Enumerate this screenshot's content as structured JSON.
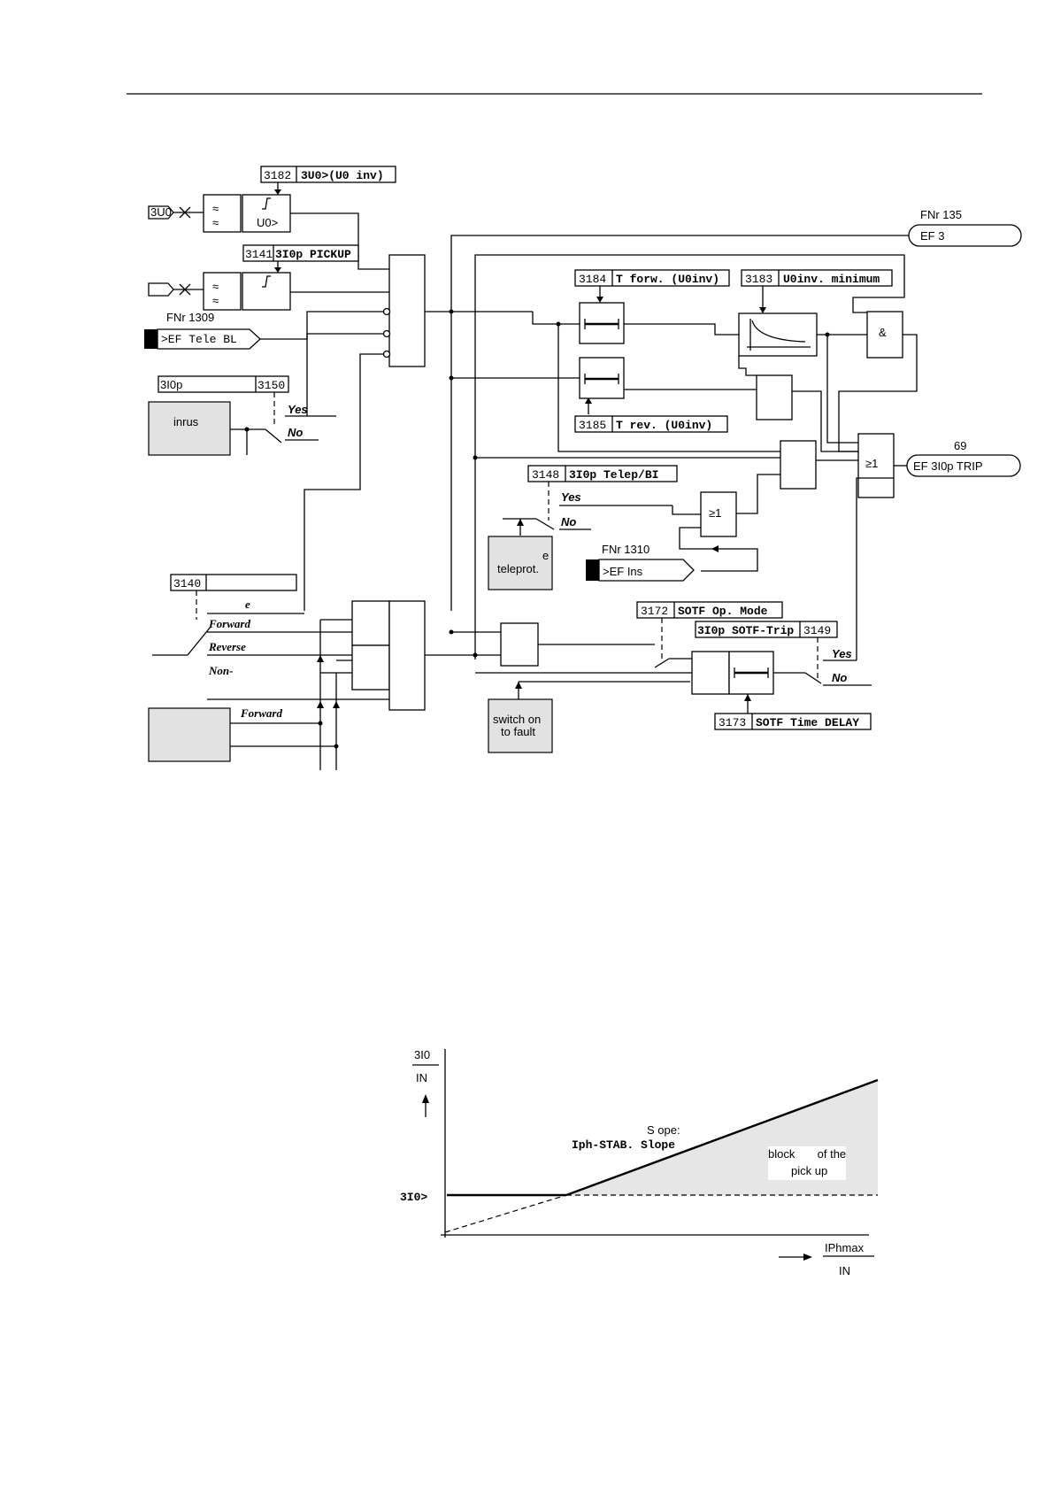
{
  "diagram": {
    "params": {
      "p3182": {
        "num": "3182",
        "label": "3U0>(U0 inv)"
      },
      "p3141": {
        "num": "3141",
        "label": "3I0p PICKUP"
      },
      "p3184": {
        "num": "3184",
        "label": "T forw. (U0inv)"
      },
      "p3183": {
        "num": "3183",
        "label": "U0inv. minimum"
      },
      "p3185": {
        "num": "3185",
        "label": "T rev. (U0inv)"
      },
      "p3148": {
        "num": "3148",
        "label": "3I0p Telep/BI"
      },
      "p3150": {
        "num": "3150",
        "label": "3I0p"
      },
      "p3140": {
        "num": "3140",
        "label": ""
      },
      "p3172": {
        "num": "3172",
        "label": "SOTF Op. Mode"
      },
      "p3149": {
        "num": "3149",
        "label": "3I0p SOTF-Trip"
      },
      "p3173": {
        "num": "3173",
        "label": "SOTF Time DELAY"
      }
    },
    "inputs": {
      "u0_tag": "3U0",
      "u0_sub": "",
      "u0_block_label": "U0>",
      "ef_tele_fnr": "FNr 1309",
      "ef_tele_label": ">EF Tele BL",
      "ef_ins_fnr": "FNr 1310",
      "ef_ins_label": ">EF Ins"
    },
    "outputs": {
      "ef3_fnr": "FNr 135",
      "ef3_label": "EF 3",
      "trip_fnr": "69",
      "trip_label": "EF 3I0p TRIP"
    },
    "gates": {
      "and_label": "&",
      "or1_label": "≥1",
      "or2_label": "≥1"
    },
    "switches": {
      "yes": "Yes",
      "no": "No",
      "forward": "Forward",
      "reverse": "Reverse",
      "non": "Non-",
      "e_label": "e",
      "forward2": "Forward"
    },
    "gray_boxes": {
      "inrush": "inrus",
      "teleprot_e": "e",
      "teleprot": "teleprot.",
      "switch_on": "switch on",
      "to_fault": "to fault"
    }
  },
  "chart": {
    "y_label_top": "3I0",
    "y_label_bottom": "IN",
    "x_label_top": "IPhmax",
    "x_label_bottom": "IN",
    "slope_word": "S ope:",
    "slope_param": "Iph-STAB. Slope",
    "threshold": "3I0>",
    "region_line1": "block       of the",
    "region_line2": "pick up"
  }
}
